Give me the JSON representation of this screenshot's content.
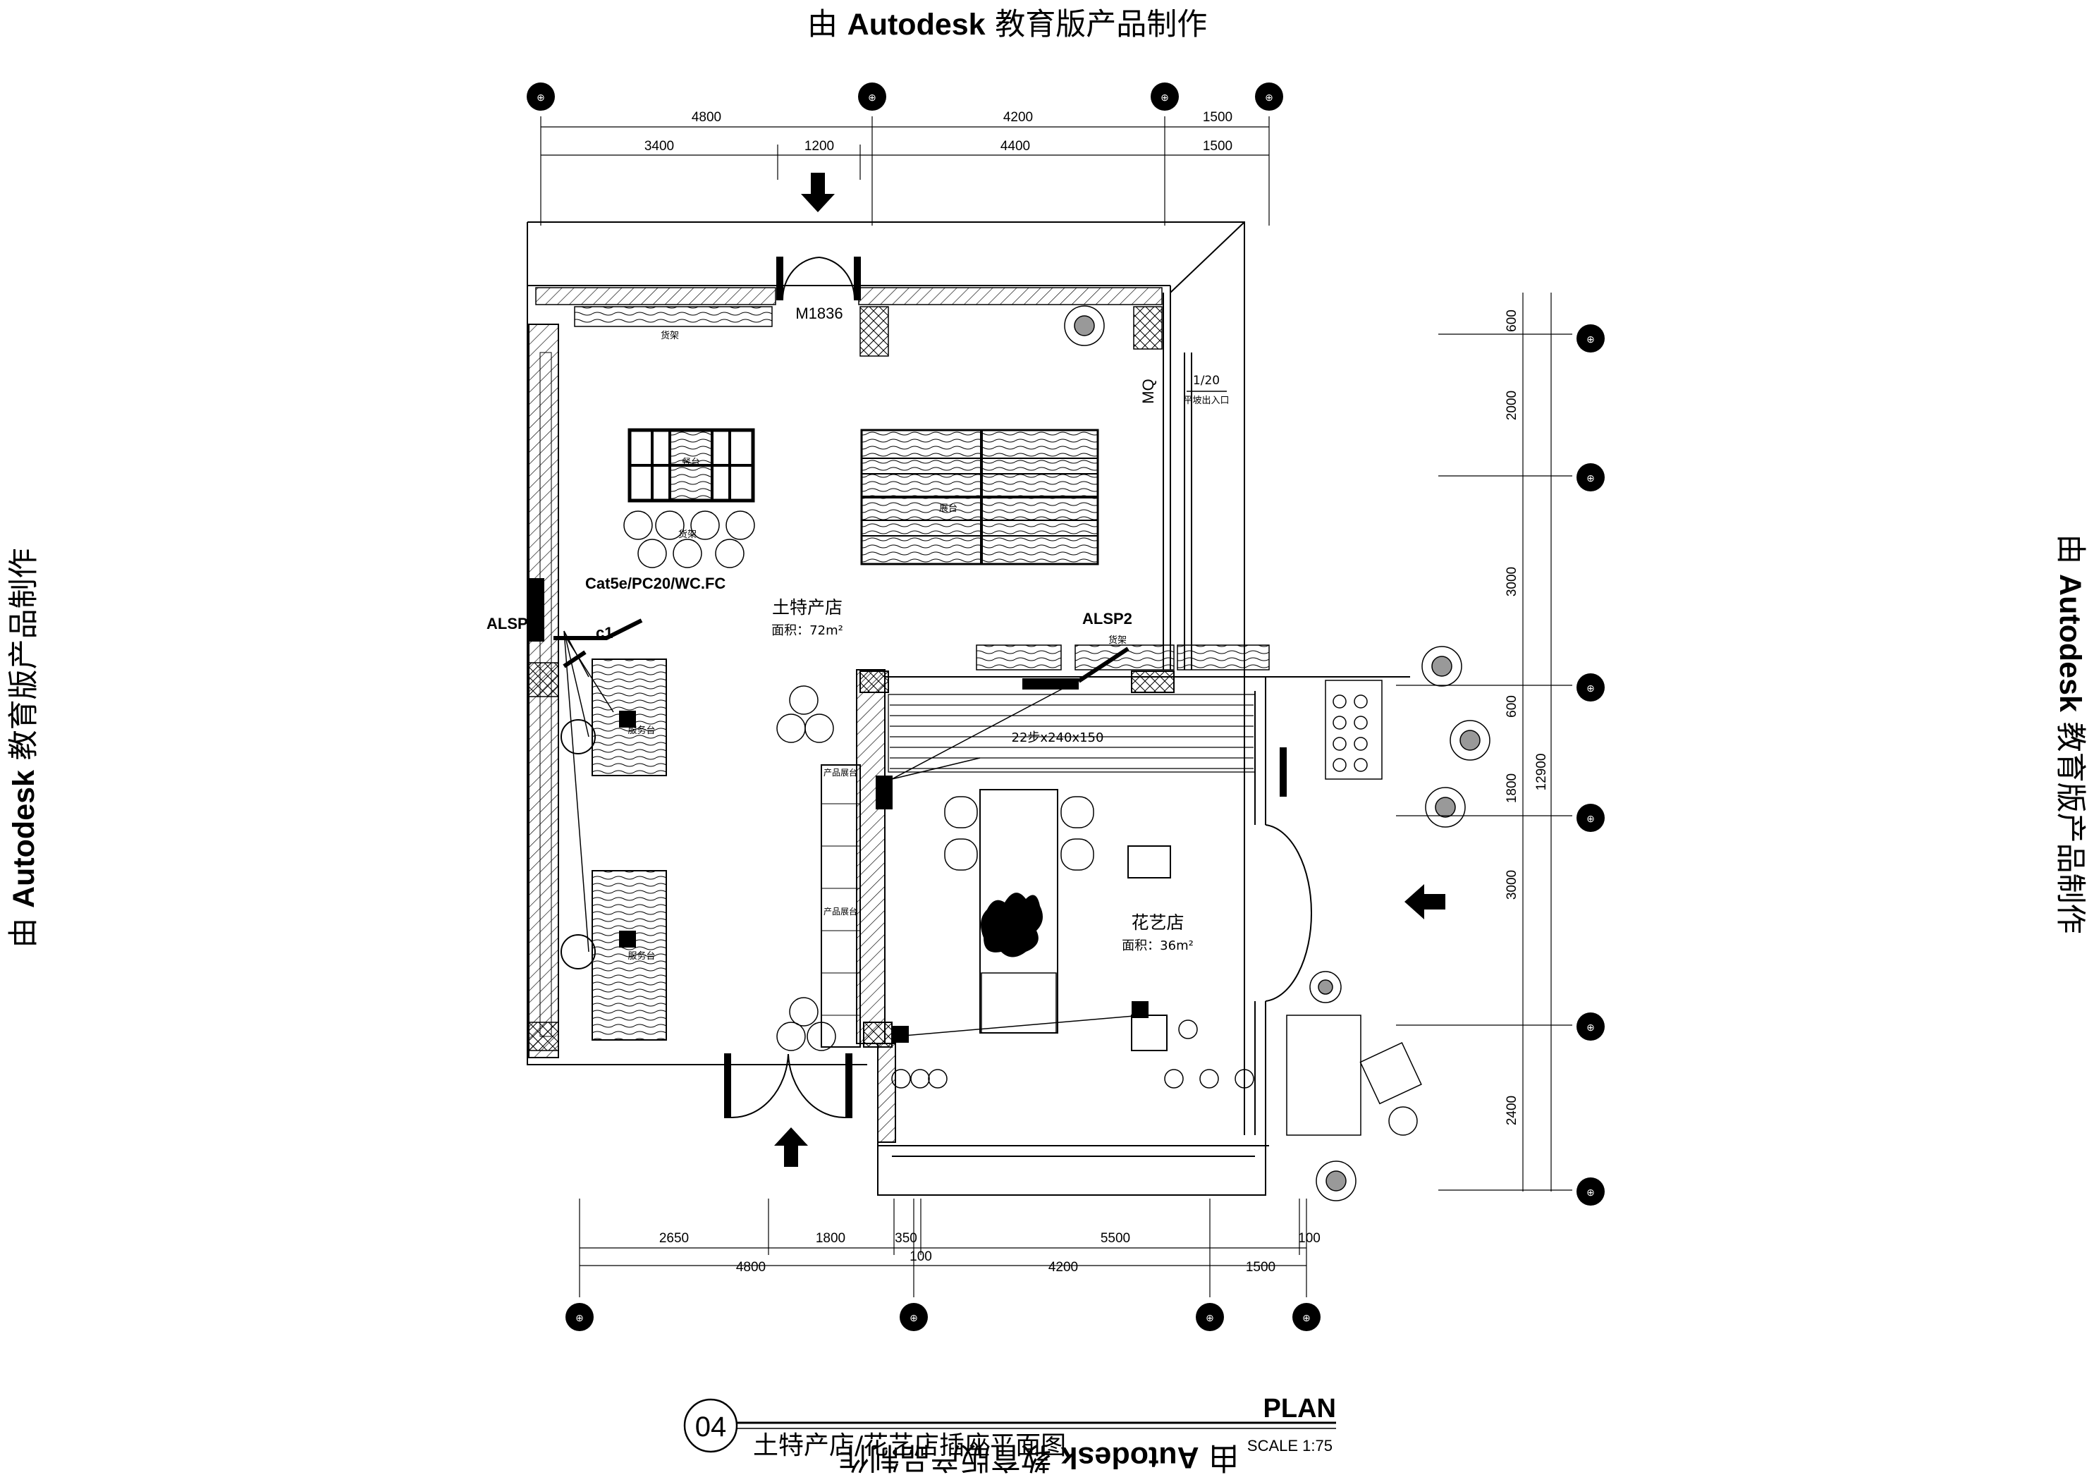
{
  "watermark": {
    "prefix": "由 ",
    "brand": "Autodesk",
    "suffix": " 教育版产品制作"
  },
  "dims": {
    "top_row1": [
      "4800",
      "4200",
      "1500"
    ],
    "top_row2": [
      "3400",
      "1200",
      "4400",
      "1500"
    ],
    "right_segments": [
      "600",
      "2000",
      "3000",
      "600",
      "1800",
      "3000",
      "2400"
    ],
    "right_total": "12900",
    "bottom_row1": [
      "2650",
      "1800",
      "350",
      "5500",
      "100"
    ],
    "bottom_100": "100",
    "bottom_row2": [
      "4800",
      "4200",
      "1500"
    ]
  },
  "rooms": {
    "store1": {
      "name": "土特产店",
      "area": "面积：72m²"
    },
    "store2": {
      "name": "花艺店",
      "area": "面积：36m²"
    }
  },
  "tags": {
    "door": "M1836",
    "cable": "Cat5e/PC20/WC.FC",
    "panel1": "ALSP4",
    "panel2": "ALSP2",
    "circuit": "c1",
    "wall": "MQ",
    "slope": "1/20",
    "slope_note": "平坡出入口",
    "stair": "22步x240x150",
    "counter1": "服务台",
    "counter2": "服务台",
    "shelf_a": "货架",
    "shelf_b": "货架",
    "shelf_c": "货架",
    "display1": "产品展台",
    "display2": "产品展台",
    "tables": "餐台",
    "center": "展台"
  },
  "title_block": {
    "number": "04",
    "plan": "PLAN",
    "title": "土特产店/花艺店插座平面图",
    "scale": "SCALE 1:75"
  }
}
